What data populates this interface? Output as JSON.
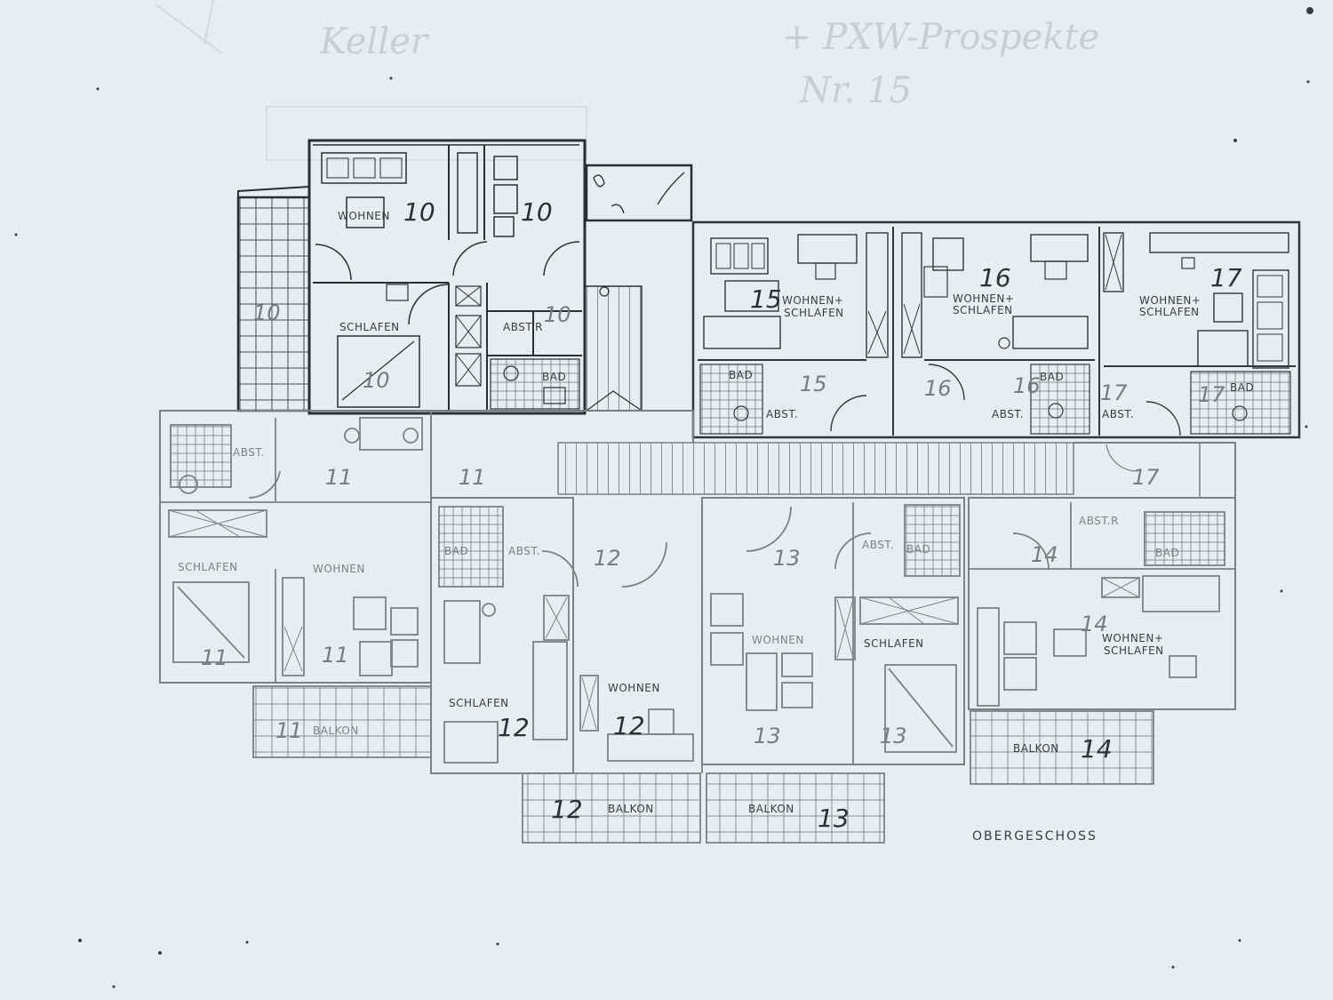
{
  "sheet": {
    "title": "OBERGESCHOSS",
    "ghost_text": [
      "Keller",
      "+ PXW-Prospekte",
      "Nr. 15"
    ]
  },
  "apartments": {
    "a10": {
      "number": "10",
      "wohnen": "WOHNEN",
      "schlafen": "SCHLAFEN",
      "abst": "ABST.R",
      "bad": "BAD"
    },
    "a11": {
      "number": "11",
      "wohnen": "WOHNEN",
      "schlafen": "SCHLAFEN",
      "abst": "ABST.",
      "balkon": "BALKON"
    },
    "a12": {
      "number": "12",
      "wohnen": "WOHNEN",
      "schlafen": "SCHLAFEN",
      "abst": "ABST.",
      "bad": "BAD",
      "balkon": "BALKON"
    },
    "a13": {
      "number": "13",
      "wohnen": "WOHNEN",
      "schlafen": "SCHLAFEN",
      "abst": "ABST.",
      "bad": "BAD",
      "balkon": "BALKON"
    },
    "a14": {
      "number": "14",
      "wohnen_schlafen_1": "WOHNEN+",
      "wohnen_schlafen_2": "SCHLAFEN",
      "abst": "ABST.R",
      "bad": "BAD",
      "balkon": "BALKON"
    },
    "a15": {
      "number": "15",
      "wohnen_schlafen_1": "WOHNEN+",
      "wohnen_schlafen_2": "SCHLAFEN",
      "abst": "ABST.",
      "bad": "BAD"
    },
    "a16": {
      "number": "16",
      "wohnen_schlafen_1": "WOHNEN+",
      "wohnen_schlafen_2": "SCHLAFEN",
      "abst": "ABST.",
      "bad": "BAD"
    },
    "a17": {
      "number": "17",
      "wohnen_schlafen_1": "WOHNEN+",
      "wohnen_schlafen_2": "SCHLAFEN",
      "abst": "ABST.",
      "bad": "BAD"
    }
  }
}
